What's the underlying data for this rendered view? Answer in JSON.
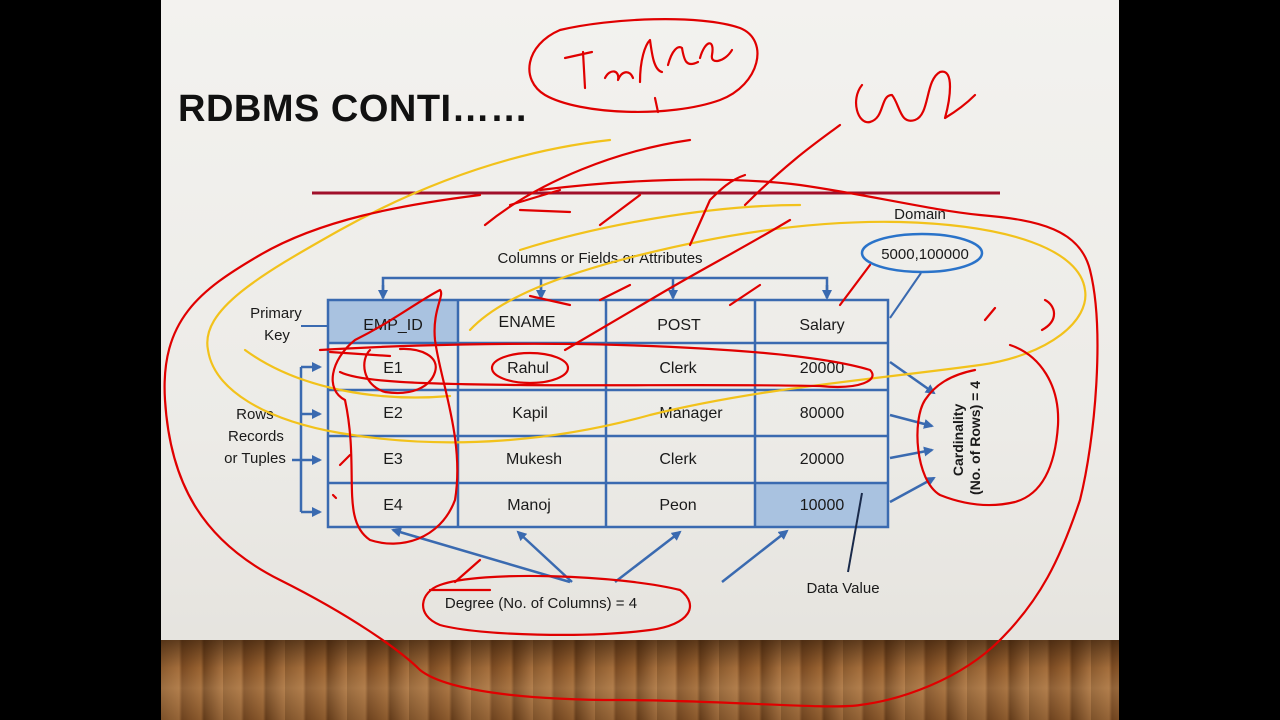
{
  "slide": {
    "title": "RDBMS CONTI……"
  },
  "diagram": {
    "top_label": "Columns or Fields or Attributes",
    "domain_label": "Domain",
    "domain_value": "5000,100000",
    "primary_key_label": [
      "Primary",
      "Key"
    ],
    "rows_label": [
      "Rows",
      "Records",
      "or Tuples"
    ],
    "cardinality_label": [
      "Cardinality",
      "(No. of Rows) = 4"
    ],
    "degree_label": "Degree (No. of Columns) = 4",
    "data_value_label": "Data Value",
    "table": {
      "headers": [
        "EMP_ID",
        "ENAME",
        "POST",
        "Salary"
      ],
      "rows": [
        [
          "E1",
          "Rahul",
          "Clerk",
          "20000"
        ],
        [
          "E2",
          "Kapil",
          "Manager",
          "80000"
        ],
        [
          "E3",
          "Mukesh",
          "Clerk",
          "20000"
        ],
        [
          "E4",
          "Manoj",
          "Peon",
          "10000"
        ]
      ]
    }
  },
  "annotations": {
    "handwritten_word": "Table",
    "colors": {
      "red_ink": "#e00000",
      "yellow_ink": "#f2c21b",
      "blue_arrows": "#3a6ab0",
      "divider": "#a0102a"
    }
  }
}
